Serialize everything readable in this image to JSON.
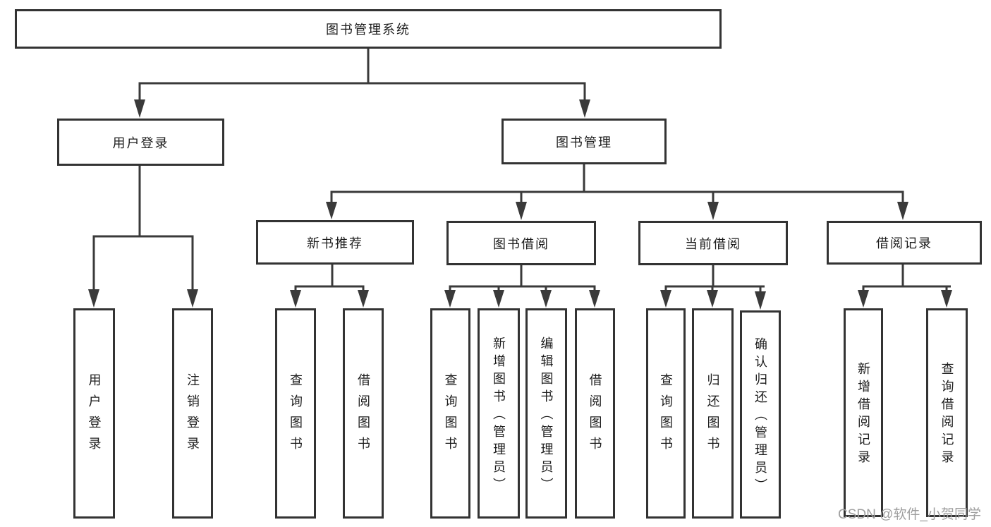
{
  "diagram": {
    "title_node": {
      "label": "图书管理系统"
    },
    "level2": {
      "user_login": {
        "label": "用户登录"
      },
      "book_mgmt": {
        "label": "图书管理"
      }
    },
    "level3": {
      "new_books": {
        "label": "新书推荐"
      },
      "book_borrow": {
        "label": "图书借阅"
      },
      "current_borrow": {
        "label": "当前借阅"
      },
      "borrow_records": {
        "label": "借阅记录"
      }
    },
    "leaves": {
      "login": {
        "label": "用户登录"
      },
      "logout": {
        "label": "注销登录"
      },
      "nb_query": {
        "label": "查询图书"
      },
      "nb_borrow": {
        "label": "借阅图书"
      },
      "bb_query": {
        "label": "查询图书"
      },
      "bb_add": {
        "label": "新增图书（管理员）"
      },
      "bb_edit": {
        "label": "编辑图书（管理员）"
      },
      "bb_borrow": {
        "label": "借阅图书"
      },
      "cb_query": {
        "label": "查询图书"
      },
      "cb_return": {
        "label": "归还图书"
      },
      "cb_confirm": {
        "label": "确认归还（管理员）"
      },
      "br_add": {
        "label": "新增借阅记录"
      },
      "br_query": {
        "label": "查询借阅记录"
      }
    },
    "watermark": "CSDN @软件_小贺同学",
    "colors": {
      "line": "#3a3a3a",
      "box_border": "#333333",
      "text": "#1c1c1c",
      "watermark": "#9e9e9e",
      "background": "#ffffff"
    }
  }
}
